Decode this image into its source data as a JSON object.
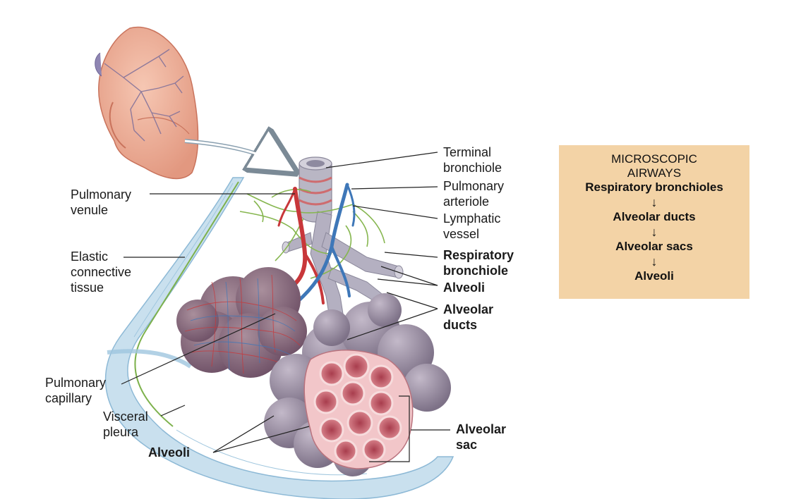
{
  "labels": {
    "terminal_bronchiole": [
      "Terminal",
      "bronchiole"
    ],
    "pulmonary_arteriole": [
      "Pulmonary",
      "arteriole"
    ],
    "lymphatic_vessel": [
      "Lymphatic",
      "vessel"
    ],
    "respiratory_bronchiole": [
      "Respiratory",
      "bronchiole"
    ],
    "alveoli_right": "Alveoli",
    "alveolar_ducts": [
      "Alveolar",
      "ducts"
    ],
    "alveolar_sac": [
      "Alveolar",
      "sac"
    ],
    "pulmonary_venule": [
      "Pulmonary",
      "venule"
    ],
    "elastic_connective_tissue": [
      "Elastic",
      "connective",
      "tissue"
    ],
    "pulmonary_capillary": [
      "Pulmonary",
      "capillary"
    ],
    "visceral_pleura": [
      "Visceral",
      "pleura"
    ],
    "alveoli_bottom": "Alveoli"
  },
  "airway_box": {
    "heading": [
      "MICROSCOPIC",
      "AIRWAYS"
    ],
    "steps": [
      "Respiratory bronchioles",
      "Alveolar ducts",
      "Alveolar sacs",
      "Alveoli"
    ],
    "arrow_glyph": "↓"
  },
  "colors": {
    "lung": "#e8a48c",
    "lung_edge": "#c9735c",
    "bronchiole": "#b9b6c4",
    "artery_red": "#c8373a",
    "vein_blue": "#3e77b8",
    "lymph_green": "#7bb04a",
    "pleura": "#b7d6ea",
    "alveoli_purple": "#8f8498",
    "alveolus_inner": "#cf6f79",
    "box_bg": "#f3d3a6"
  }
}
